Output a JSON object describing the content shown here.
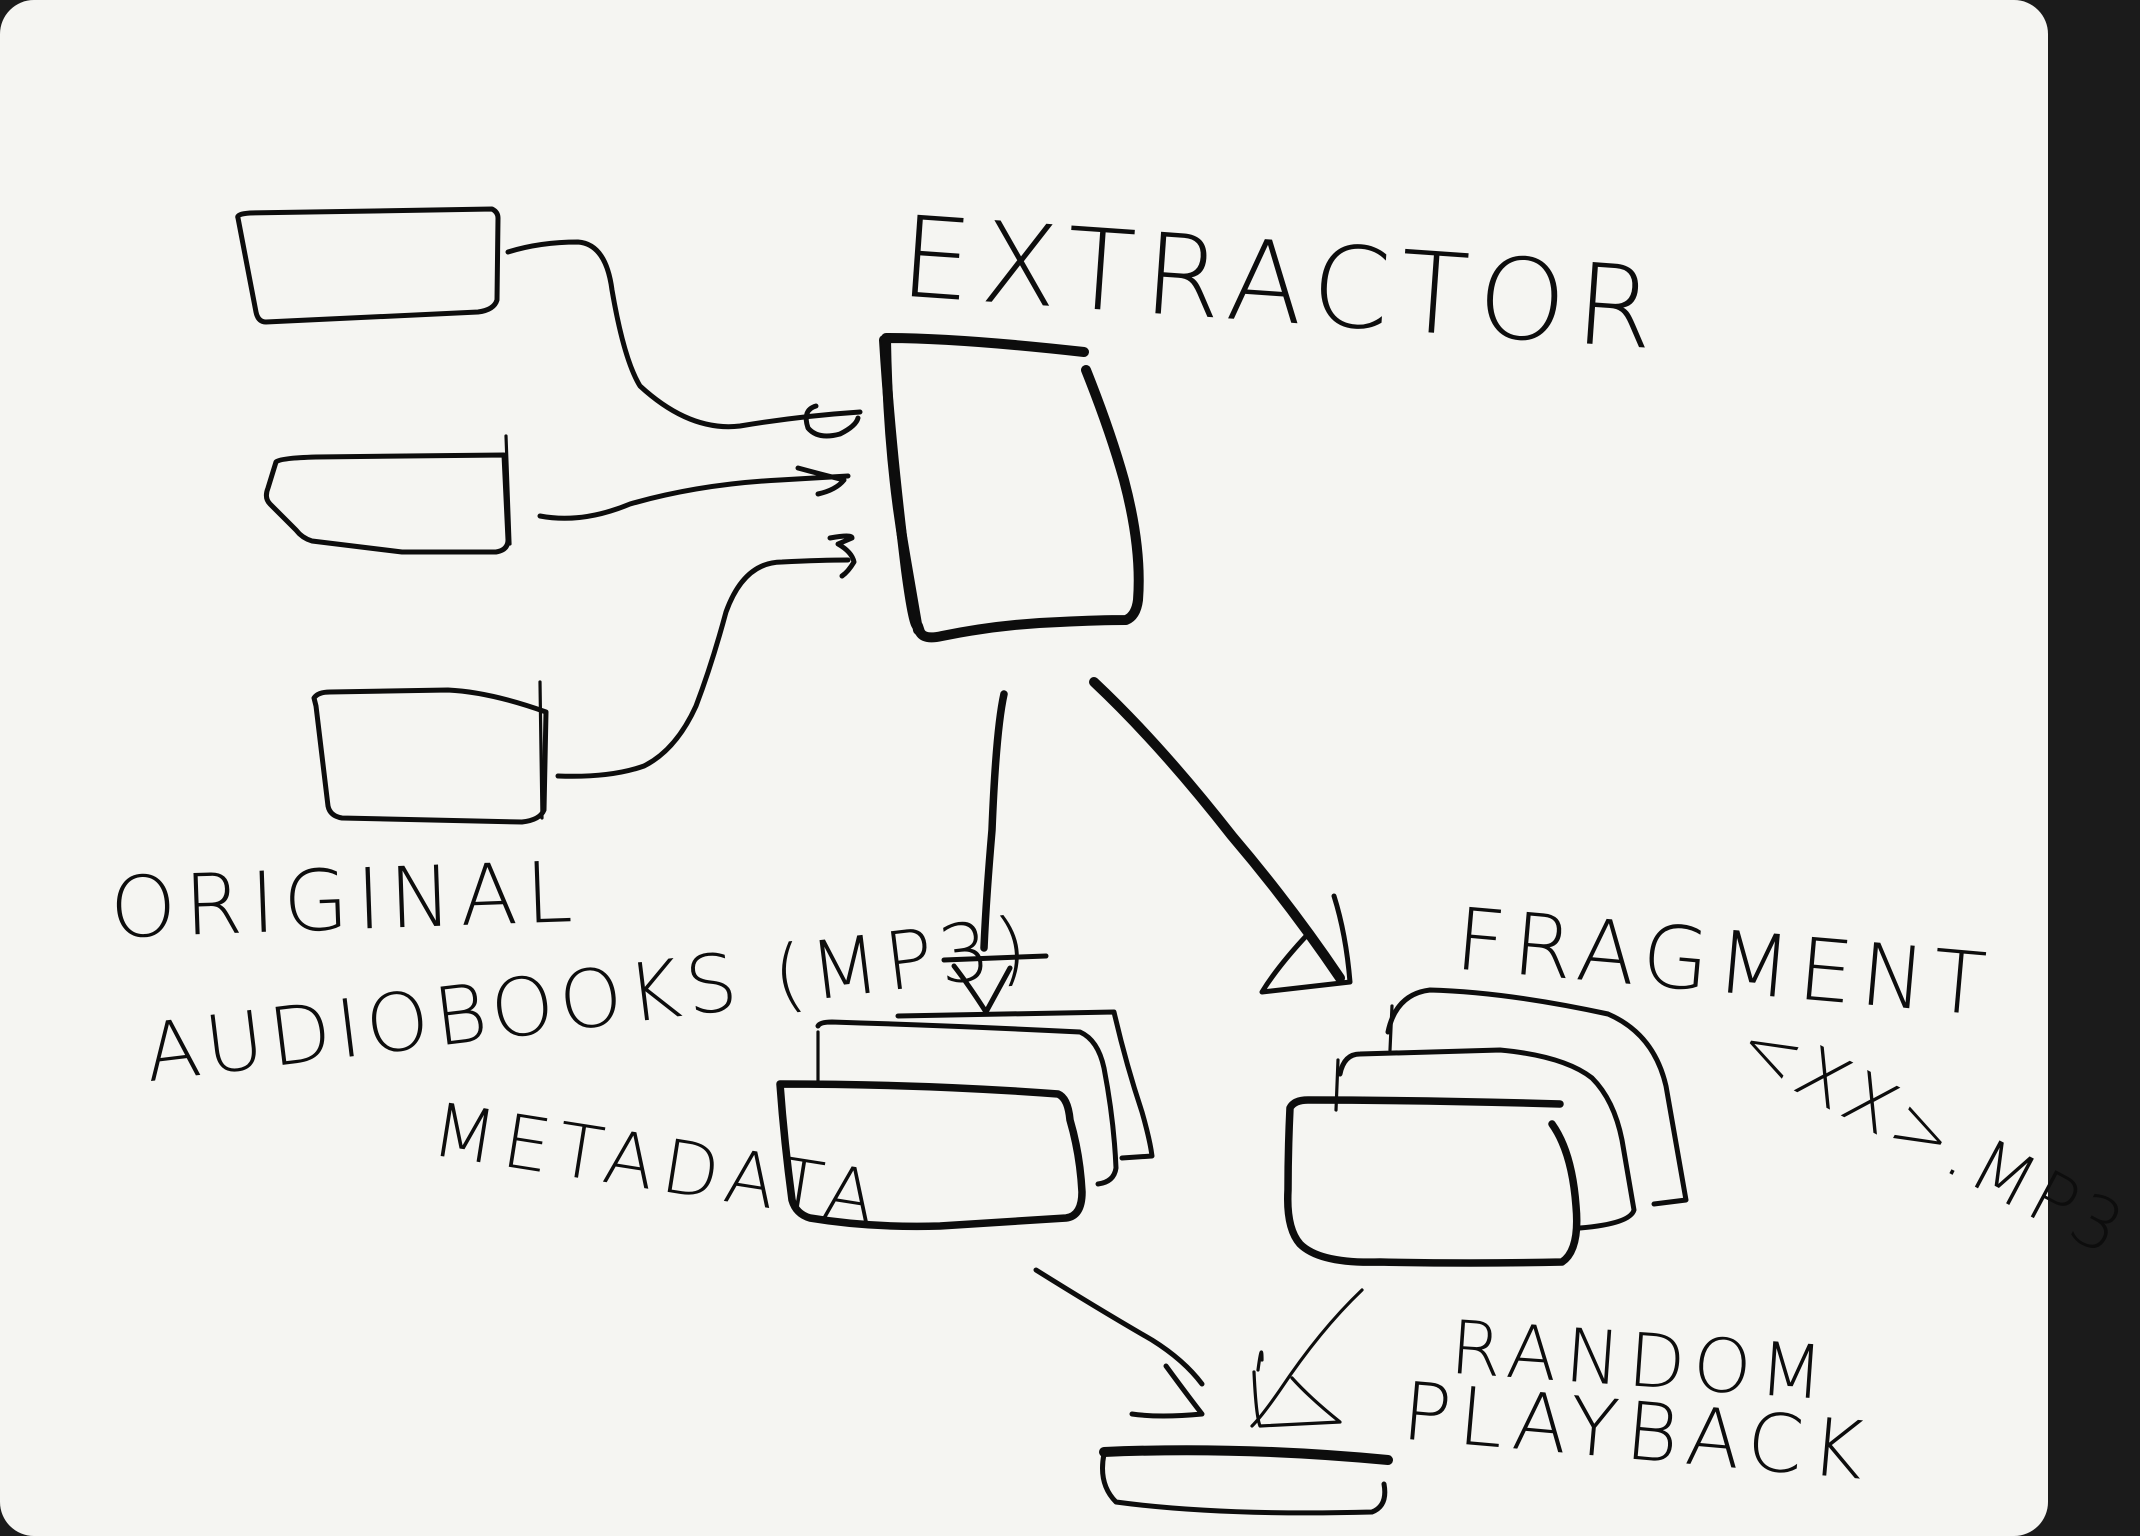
{
  "labels": {
    "extractor": "EXTRACTOR",
    "original": "ORIGINAL",
    "audiobooks": "AUDIOBOOKS (MP3)",
    "metadata": "METADATA",
    "fragment": "FRAGMENT",
    "fragment_ext": "<XX>.MP3",
    "random": "RANDOM",
    "playback": "PLAYBACK"
  },
  "colors": {
    "ink": "#0d0d0d",
    "paper": "#f5f5f2"
  }
}
